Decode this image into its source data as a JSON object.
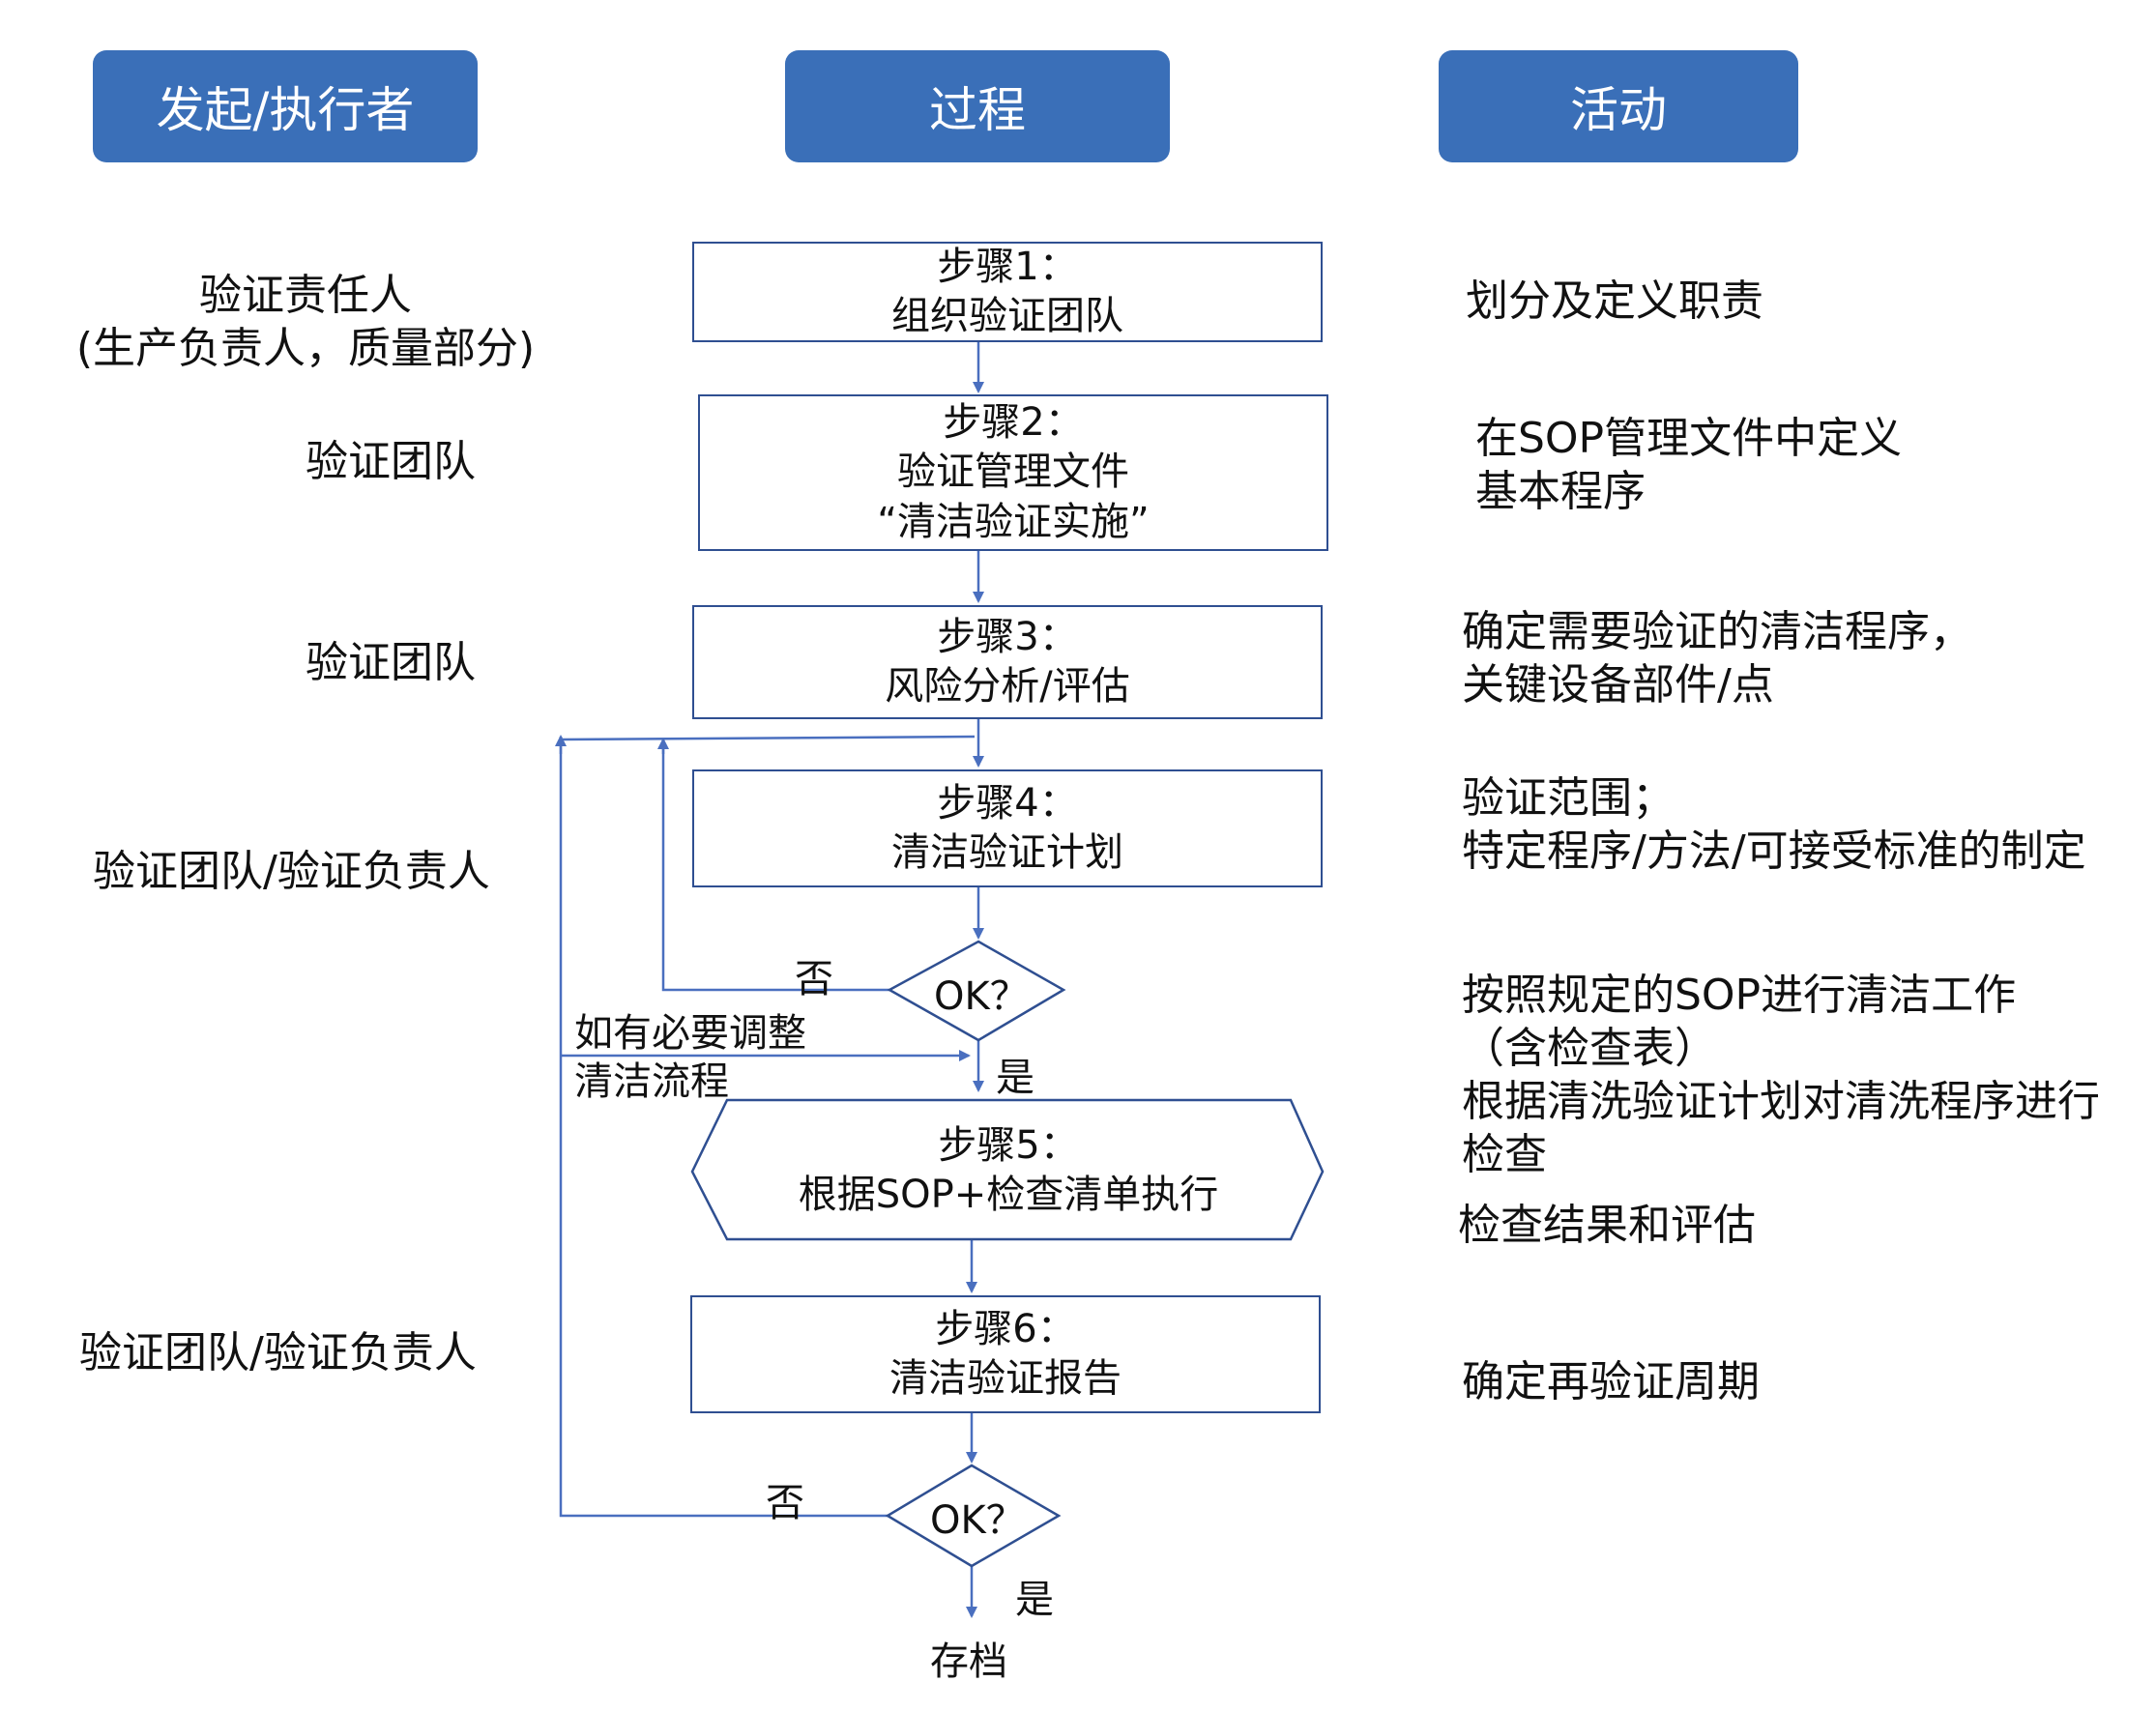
{
  "headers": {
    "initiator": "发起/执行者",
    "process": "过程",
    "activity": "活动"
  },
  "roles": {
    "r1_line1": "验证责任人",
    "r1_line2": "(生产负责人，质量部分)",
    "r2": "验证团队",
    "r3": "验证团队",
    "r4": "验证团队/验证负责人",
    "r5": "验证团队/验证负责人"
  },
  "steps": [
    {
      "step": "步骤1：",
      "title": "组织验证团队"
    },
    {
      "step": "步骤2：",
      "title": "验证管理文件",
      "subtitle": "“清洁验证实施”"
    },
    {
      "step": "步骤3：",
      "title": "风险分析/评估"
    },
    {
      "step": "步骤4：",
      "title": "清洁验证计划"
    },
    {
      "step": "步骤5：",
      "title": "根据SOP+检查清单执行"
    },
    {
      "step": "步骤6：",
      "title": "清洁验证报告"
    }
  ],
  "decisions": {
    "ok1": "OK？",
    "ok2": "OK？",
    "no1": "否",
    "yes1": "是",
    "no2": "否",
    "yes2": "是"
  },
  "loop_note": {
    "line1": "如有必要调整",
    "line2": "清洁流程"
  },
  "end": "存档",
  "activities": {
    "a1": "划分及定义职责",
    "a2_line1": "在SOP管理文件中定义",
    "a2_line2": "基本程序",
    "a3_line1": "确定需要验证的清洁程序，",
    "a3_line2": "关键设备部件/点",
    "a4_line1": "验证范围；",
    "a4_line2": "特定程序/方法/可接受标准的制定",
    "a5_line1": "按照规定的SOP进行清洁工作",
    "a5_line2": "（含检查表）",
    "a5_line3": "根据清洗验证计划对清洗程序进行",
    "a5_line4": "检查",
    "a5_line5": "检查结果和评估",
    "a6": "确定再验证周期"
  },
  "colors": {
    "header_fill": "#3a6fb8",
    "box_border": "#2f4f91",
    "line": "#4a6fbf"
  }
}
